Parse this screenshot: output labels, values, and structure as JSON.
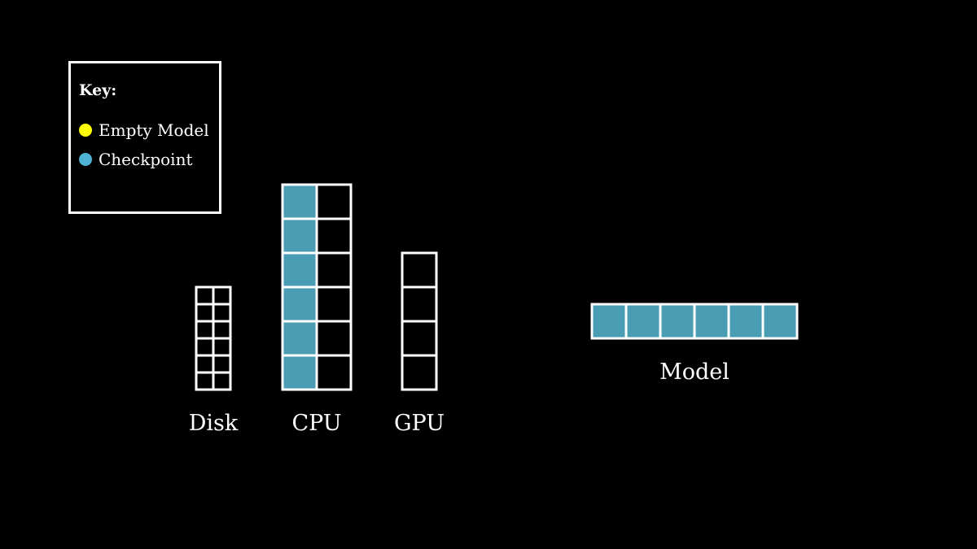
{
  "key": {
    "title": "Key:",
    "items": [
      {
        "label": "Empty Model",
        "color": "#ffff00"
      },
      {
        "label": "Checkpoint",
        "color": "#4fb3d6"
      }
    ]
  },
  "devices": {
    "disk": {
      "label": "Disk"
    },
    "cpu": {
      "label": "CPU"
    },
    "gpu": {
      "label": "GPU"
    }
  },
  "model": {
    "label": "Model"
  },
  "colors": {
    "background": "#000000",
    "outline": "#ffffff",
    "checkpoint_fill": "#4a9db3"
  }
}
